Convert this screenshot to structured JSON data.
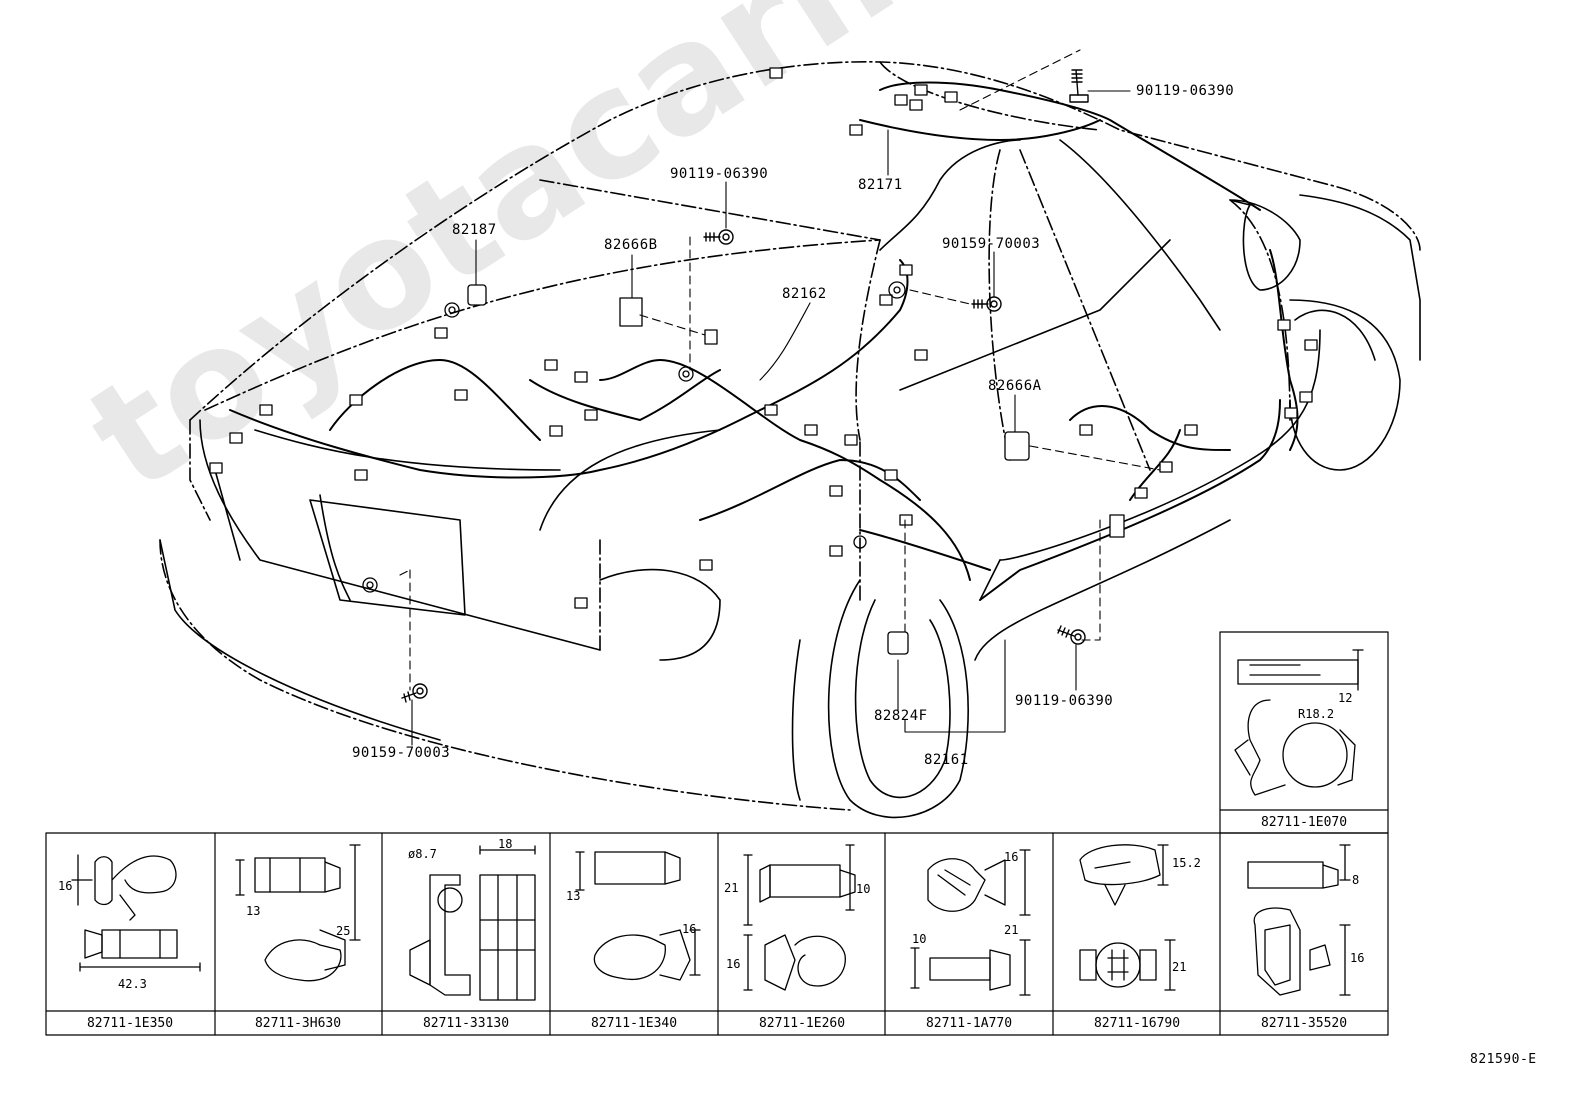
{
  "diagram_code": "821590-E",
  "watermark": "toyotacarmine.ru",
  "part_labels": [
    {
      "id": "p1",
      "text": "90119-06390"
    },
    {
      "id": "p2",
      "text": "82171"
    },
    {
      "id": "p3",
      "text": "90119-06390"
    },
    {
      "id": "p4",
      "text": "82187"
    },
    {
      "id": "p5",
      "text": "82666B"
    },
    {
      "id": "p6",
      "text": "90159-70003"
    },
    {
      "id": "p7",
      "text": "82162"
    },
    {
      "id": "p8",
      "text": "82666A"
    },
    {
      "id": "p9",
      "text": "90119-06390"
    },
    {
      "id": "p10",
      "text": "82824F"
    },
    {
      "id": "p11",
      "text": "82161"
    },
    {
      "id": "p12",
      "text": "90159-70003"
    }
  ],
  "clips": [
    {
      "part_no": "82711-1E350",
      "dims": [
        "16",
        "42.3"
      ]
    },
    {
      "part_no": "82711-3H630",
      "dims": [
        "13",
        "25"
      ]
    },
    {
      "part_no": "82711-33130",
      "dims": [
        "ø8.7",
        "18"
      ]
    },
    {
      "part_no": "82711-1E340",
      "dims": [
        "13",
        "16"
      ]
    },
    {
      "part_no": "82711-1E260",
      "dims": [
        "21",
        "10",
        "16"
      ]
    },
    {
      "part_no": "82711-1A770",
      "dims": [
        "16",
        "10",
        "21"
      ]
    },
    {
      "part_no": "82711-16790",
      "dims": [
        "15.2",
        "21"
      ]
    },
    {
      "part_no": "82711-35520",
      "dims": [
        "8",
        "16"
      ]
    }
  ],
  "inset_clip": {
    "part_no": "82711-1E070",
    "dims": [
      "12",
      "R18.2"
    ]
  }
}
